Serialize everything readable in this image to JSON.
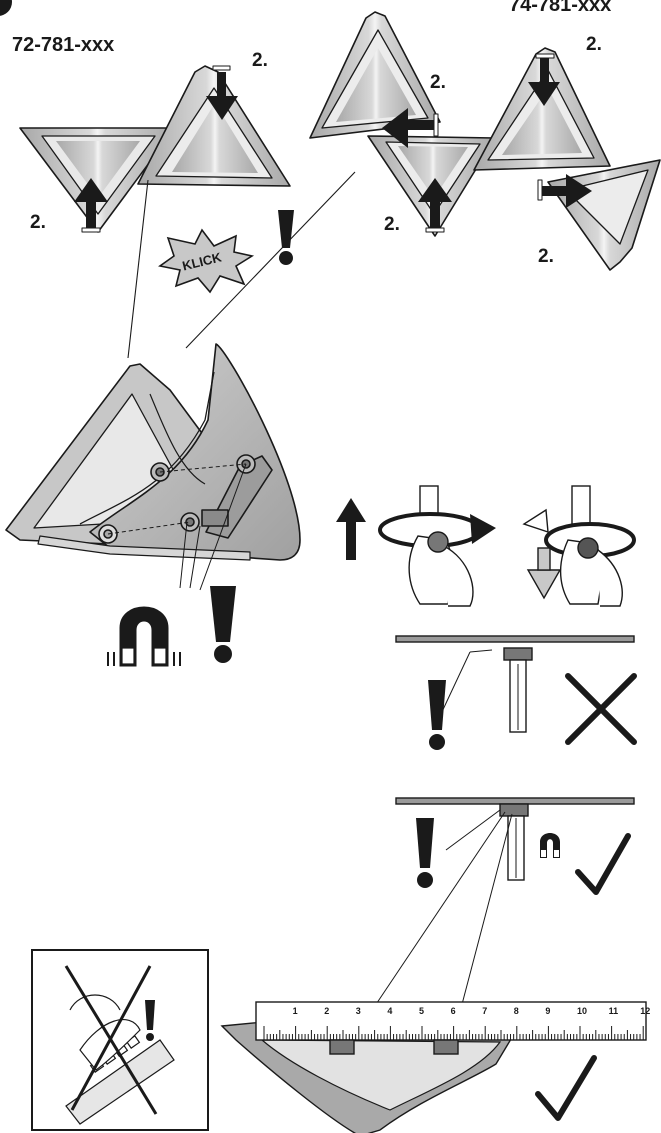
{
  "labels": {
    "model_left": "72-781-xxx",
    "model_right": "74-781-xxx",
    "step": "2.",
    "klick": "KLICK",
    "exclaim": "!"
  },
  "ruler": {
    "ticks": [
      "1",
      "2",
      "3",
      "4",
      "5",
      "6",
      "7",
      "8",
      "9",
      "10",
      "11",
      "12"
    ]
  },
  "colors": {
    "ink": "#1a1a1a",
    "panel_grey": "#b9b9b9",
    "panel_light": "#e6e6e6",
    "panel_mid": "#9a9a9a"
  }
}
